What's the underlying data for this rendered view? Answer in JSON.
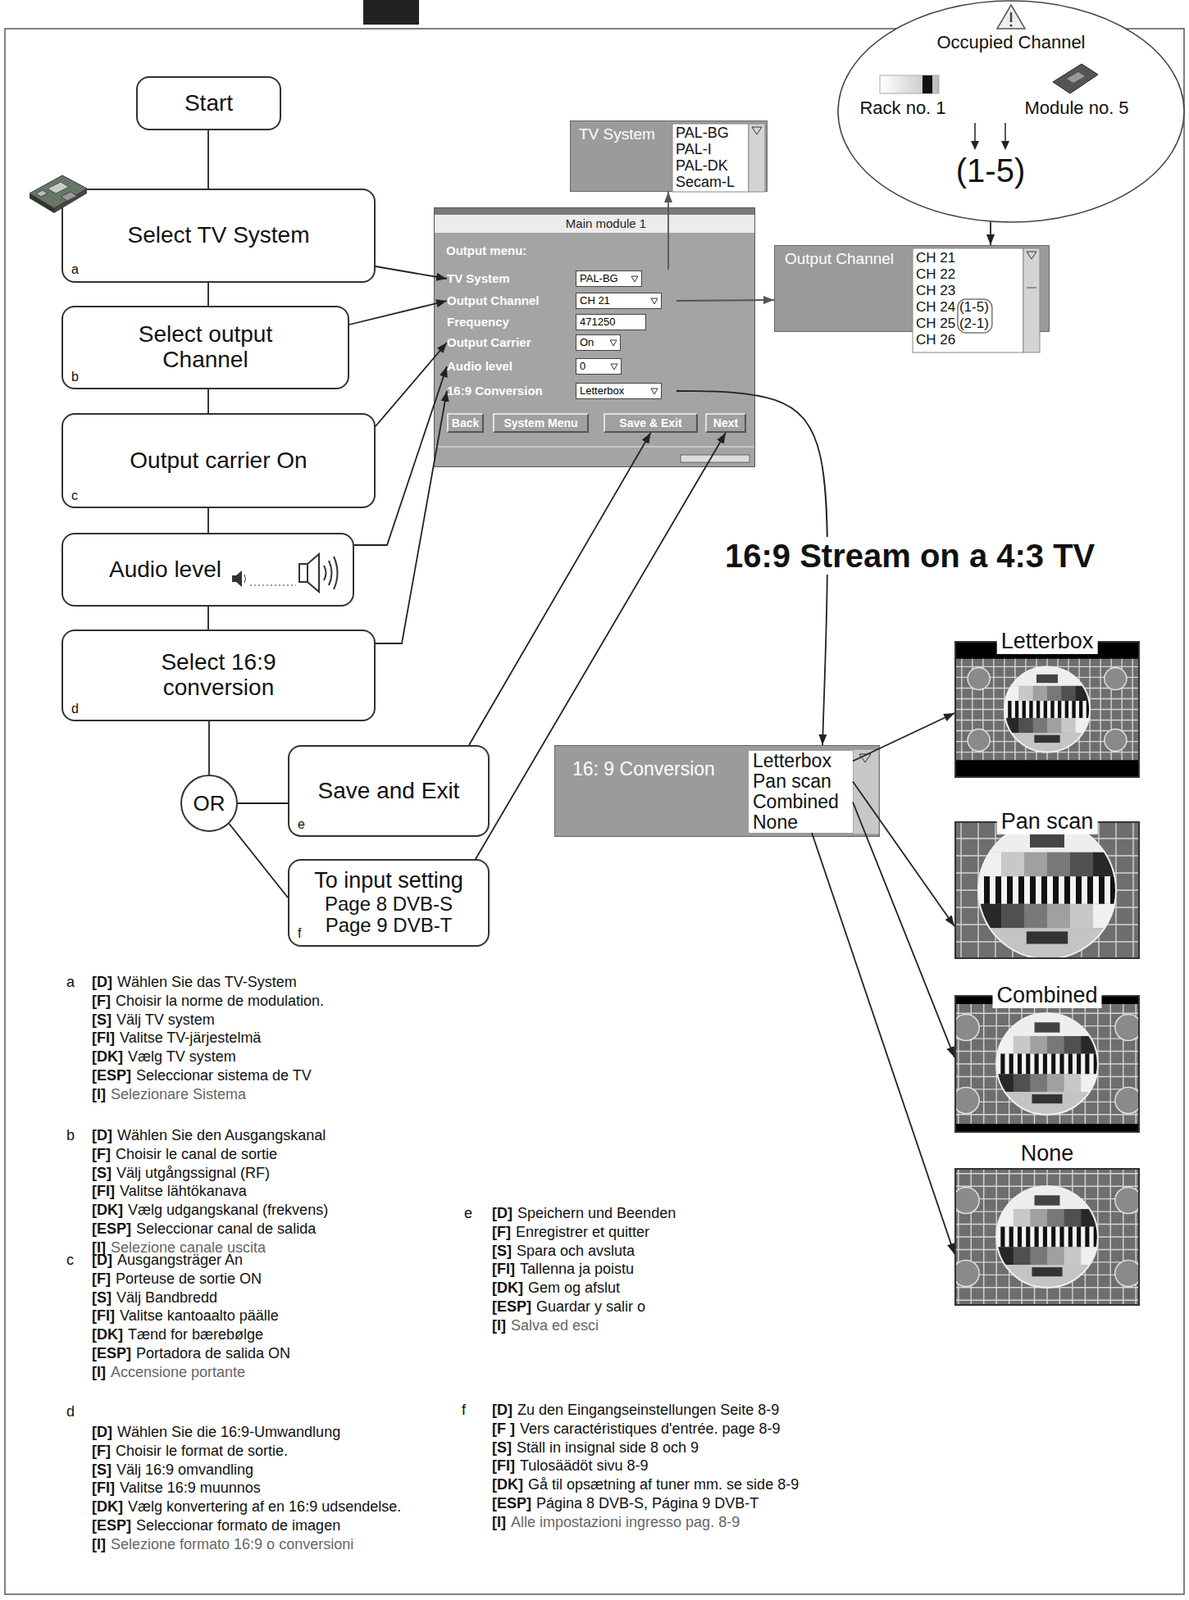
{
  "diagram": {
    "nodes": [
      {
        "text": [
          "Start"
        ]
      },
      {
        "text": [
          "Select TV System",
          "a"
        ]
      },
      {
        "text": [
          "Select output Channel",
          "b"
        ]
      },
      {
        "text": [
          "Output carrier On",
          "c"
        ]
      },
      {
        "text": [
          "Audio level"
        ]
      },
      {
        "text": [
          "Select 16:9 conversion",
          "d"
        ]
      },
      {
        "text": [
          "OR"
        ]
      },
      {
        "text": [
          "Save and Exit",
          "e"
        ]
      },
      {
        "text": [
          "To input setting",
          "Page 8 DVB-S",
          "Page 9 DVB-T",
          "f"
        ]
      },
      {
        "text": [
          "TV System",
          "PAL-BG",
          "PAL-I",
          "PAL-DK",
          "Secam-L"
        ]
      },
      {
        "text": [
          "Main module 1",
          "Output menu:"
        ]
      },
      {
        "text": [
          "TV System",
          "PAL-BG"
        ],
        "in": 10
      },
      {
        "text": [
          "Output Channel",
          "CH 21"
        ],
        "in": 10
      },
      {
        "text": [
          "Frequency",
          "471250"
        ],
        "in": 10
      },
      {
        "text": [
          "Output Carrier",
          "On"
        ],
        "in": 10
      },
      {
        "text": [
          "Audio level",
          "0"
        ],
        "in": 10
      },
      {
        "text": [
          "16:9 Conversion",
          "Letterbox"
        ],
        "in": 10
      },
      {
        "text": [
          "Back"
        ],
        "in": 10
      },
      {
        "text": [
          "System Menu"
        ],
        "in": 10
      },
      {
        "text": [
          "Save & Exit"
        ],
        "in": 10
      },
      {
        "text": [
          "Next"
        ],
        "in": 10
      },
      {
        "text": [
          "Output Channel",
          "CH 21",
          "CH 22",
          "CH 23",
          "CH 24 (1-5)",
          "CH 25 (2-1)",
          "CH 26"
        ]
      },
      {
        "text": [
          "Occupied Channel",
          "Rack no. 1",
          "Module no. 5",
          "(1-5)"
        ]
      },
      {
        "text": [
          "16: 9 Conversion"
        ]
      },
      {
        "text": [
          "Letterbox"
        ],
        "in": 23
      },
      {
        "text": [
          "Pan scan"
        ],
        "in": 23
      },
      {
        "text": [
          "Combined"
        ],
        "in": 23
      },
      {
        "text": [
          "None"
        ],
        "in": 23
      },
      {
        "text": [
          "Letterbox"
        ]
      },
      {
        "text": [
          "Pan scan"
        ]
      },
      {
        "text": [
          "Combined"
        ]
      },
      {
        "text": [
          "None"
        ]
      }
    ],
    "edges": [
      {
        "from": 0,
        "to": 1,
        "arrow": "none"
      },
      {
        "from": 1,
        "to": 2,
        "arrow": "none"
      },
      {
        "from": 2,
        "to": 3,
        "arrow": "none"
      },
      {
        "from": 3,
        "to": 4,
        "arrow": "none"
      },
      {
        "from": 4,
        "to": 5,
        "arrow": "none"
      },
      {
        "from": 5,
        "to": 6,
        "arrow": "none"
      },
      {
        "from": 6,
        "to": 7,
        "arrow": "none"
      },
      {
        "from": 6,
        "to": 8,
        "arrow": "none"
      },
      {
        "from": 1,
        "to": 11,
        "arrow": "to"
      },
      {
        "from": 2,
        "to": 12,
        "arrow": "to"
      },
      {
        "from": 3,
        "to": 14,
        "arrow": "to"
      },
      {
        "from": 4,
        "to": 15,
        "arrow": "to"
      },
      {
        "from": 5,
        "to": 16,
        "arrow": "to"
      },
      {
        "from": 7,
        "to": 19,
        "arrow": "to"
      },
      {
        "from": 8,
        "to": 20,
        "arrow": "to"
      },
      {
        "from": 11,
        "to": 9,
        "arrow": "to"
      },
      {
        "from": 12,
        "to": 21,
        "arrow": "to"
      },
      {
        "from": 22,
        "to": 21,
        "arrow": "to"
      },
      {
        "from": 16,
        "to": 23,
        "arrow": "to"
      },
      {
        "from": 24,
        "to": 28,
        "arrow": "to"
      },
      {
        "from": 25,
        "to": 29,
        "arrow": "to"
      },
      {
        "from": 26,
        "to": 30,
        "arrow": "to"
      },
      {
        "from": 27,
        "to": 31,
        "arrow": "to"
      }
    ],
    "labels": [
      "16:9 Stream on a 4:3 TV",
      "a",
      "[D]",
      "Wählen Sie das TV-System",
      "[F]",
      "Choisir la norme de modulation.",
      "[S]",
      "Välj TV system",
      "[FI]",
      "Valitse TV-järjestelmä",
      "[DK]",
      "Vælg TV system",
      "[ESP]",
      "Seleccionar sistema de TV",
      "[I]",
      "Selezionare Sistema",
      "b",
      "[D]",
      "Wählen Sie den Ausgangskanal",
      "[F]",
      "Choisir le canal de sortie",
      "[S]",
      "Välj utgångssignal (RF)",
      "[FI]",
      "Valitse lähtökanava",
      "[DK]",
      "Vælg udgangskanal (frekvens)",
      "[ESP]",
      "Seleccionar canal de salida",
      "[I]",
      "Selezione canale uscita",
      "c",
      "[D]",
      "Ausgangsträger An",
      "[F]",
      "Porteuse de sortie ON",
      "[S]",
      "Välj Bandbredd",
      "[FI]",
      "Valitse kantoaalto päälle",
      "[DK]",
      "Tænd for bærebølge",
      "[ESP]",
      "Portadora de salida ON",
      "[I]",
      "Accensione portante",
      "d",
      "[D]",
      "Wählen Sie die 16:9-Umwandlung",
      "[F]",
      "Choisir le format de sortie.",
      "[S]",
      "Välj 16:9 omvandling",
      "[FI]",
      "Valitse 16:9 muunnos",
      "[DK]",
      "Vælg konvertering af en 16:9 udsendelse.",
      "[ESP]",
      "Seleccionar formato de imagen",
      "[I]",
      "Selezione formato 16:9 o conversioni",
      "e",
      "[D]",
      "Speichern und Beenden",
      "[F]",
      "Enregistrer et quitter",
      "[S]",
      "Spara och avsluta",
      "[FI]",
      "Tallenna ja poistu",
      "[DK]",
      "Gem og afslut",
      "[ESP]",
      "Guardar y salir o",
      "[I]",
      "Salva ed esci",
      "f",
      "[D]",
      "Zu den Eingangseinstellungen Seite 8-9",
      "[F ]",
      "Vers caractéristiques d'entrée. page 8-9",
      "[S]",
      "Ställ in insignal side 8 och 9",
      "[FI]",
      "Tulosäädöt sivu 8-9",
      "[DK]",
      "Gå til opsætning af tuner mm. se side 8-9",
      "[ESP]",
      "Página 8 DVB-S, Página 9 DVB-T",
      "[I]",
      "Alle impostazioni ingresso pag. 8-9"
    ]
  }
}
